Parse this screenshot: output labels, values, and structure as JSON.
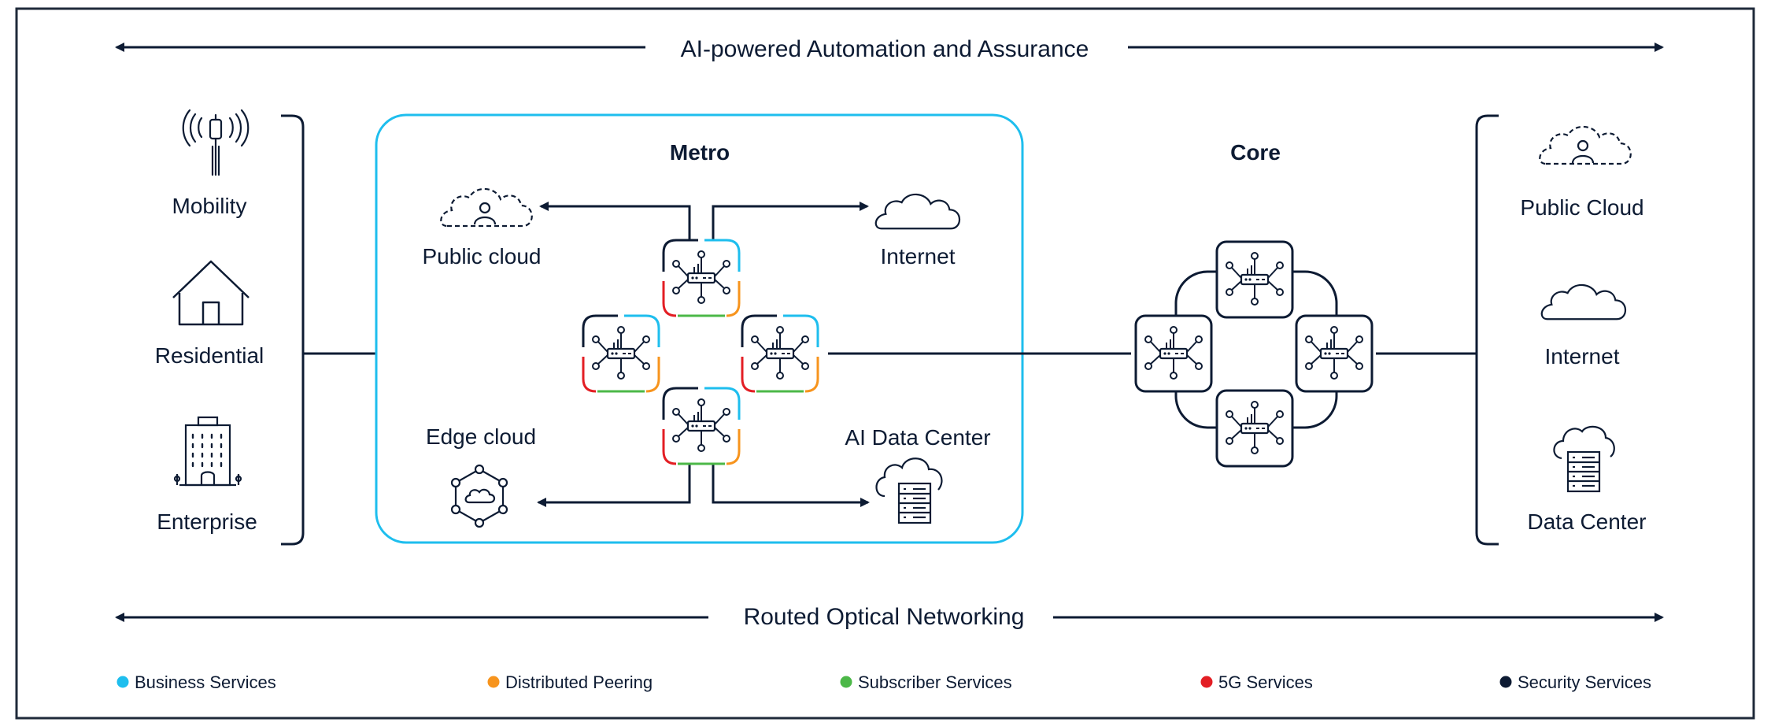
{
  "top_banner": {
    "label": "AI-powered Automation and Assurance"
  },
  "bottom_banner": {
    "label": "Routed Optical Networking"
  },
  "access": {
    "items": [
      {
        "label": "Mobility",
        "icon": "cell-tower-icon"
      },
      {
        "label": "Residential",
        "icon": "house-icon"
      },
      {
        "label": "Enterprise",
        "icon": "office-building-icon"
      }
    ]
  },
  "metro": {
    "title": "Metro",
    "public_cloud": "Public cloud",
    "internet": "Internet",
    "edge_cloud": "Edge cloud",
    "ai_data_center": "AI Data Center"
  },
  "core": {
    "title": "Core"
  },
  "destinations": {
    "items": [
      {
        "label": "Public Cloud",
        "icon": "public-cloud-icon"
      },
      {
        "label": "Internet",
        "icon": "cloud-icon"
      },
      {
        "label": "Data Center",
        "icon": "data-center-icon"
      }
    ]
  },
  "legend": [
    {
      "label": "Business Services",
      "color": "#1ebeee"
    },
    {
      "label": "Distributed Peering",
      "color": "#f7941d"
    },
    {
      "label": "Subscriber Services",
      "color": "#4cb848"
    },
    {
      "label": "5G Services",
      "color": "#e31e24"
    },
    {
      "label": "Security Services",
      "color": "#0d1b33"
    }
  ],
  "colors": {
    "dark": "#0d1b33",
    "metro_border": "#1ebeee"
  }
}
